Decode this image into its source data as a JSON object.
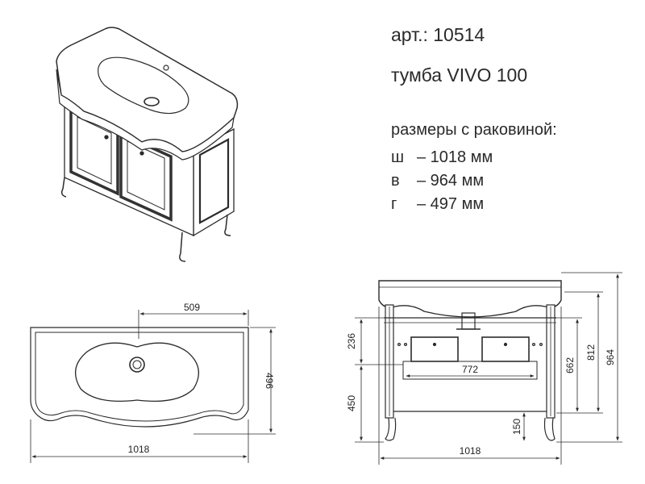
{
  "product": {
    "article": "арт.: 10514",
    "name": "тумба  VIVO 100",
    "sizes_heading": "размеры с раковиной:",
    "dimensions": [
      {
        "letter": "ш",
        "value": "– 1018 мм"
      },
      {
        "letter": "в",
        "value": "– 964 мм"
      },
      {
        "letter": "г",
        "value": "– 497 мм"
      }
    ]
  },
  "top_view": {
    "half_width": "509",
    "depth": "496",
    "width": "1018"
  },
  "front_view": {
    "upper_height": "236",
    "lower_height": "450",
    "inner_width": "772",
    "height_662": "662",
    "height_812": "812",
    "height_964": "964",
    "leg_height": "150",
    "width": "1018"
  },
  "colors": {
    "line": "#2b2b2b",
    "cabinet": "#3a3a3a",
    "text": "#2a2a2a"
  }
}
